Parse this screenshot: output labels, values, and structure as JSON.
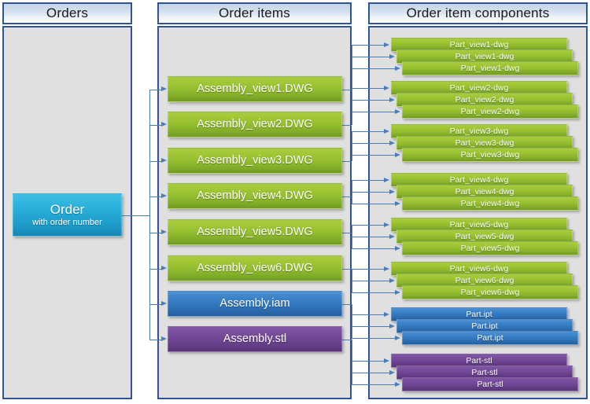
{
  "theme": {
    "panel_border": "#2f5596",
    "panel_bg": "#e0e0e0",
    "header_gradient_top": "#c4d3e8",
    "header_gradient_bottom": "#fbfcfe",
    "connector": "#4a7ebb",
    "green": "#93bd2f",
    "blue": "#3176bd",
    "purple": "#6d4491",
    "cyan": "#22a5d1"
  },
  "panels": [
    {
      "id": "orders",
      "title": "Orders"
    },
    {
      "id": "order-items",
      "title": "Order items"
    },
    {
      "id": "order-components",
      "title": "Order item components"
    }
  ],
  "order": {
    "title": "Order",
    "subtitle": "with order number",
    "color": "cyan"
  },
  "order_items": [
    {
      "label": "Assembly_view1.DWG",
      "color": "green"
    },
    {
      "label": "Assembly_view2.DWG",
      "color": "green"
    },
    {
      "label": "Assembly_view3.DWG",
      "color": "green"
    },
    {
      "label": "Assembly_view4.DWG",
      "color": "green"
    },
    {
      "label": "Assembly_view5.DWG",
      "color": "green"
    },
    {
      "label": "Assembly_view6.DWG",
      "color": "green"
    },
    {
      "label": "Assembly.iam",
      "color": "blue"
    },
    {
      "label": "Assembly.stl",
      "color": "purple"
    }
  ],
  "component_groups": [
    {
      "color": "green",
      "items": [
        "Part_view1-dwg",
        "Part_view1-dwg",
        "Part_view1-dwg"
      ]
    },
    {
      "color": "green",
      "items": [
        "Part_view2-dwg",
        "Part_view2-dwg",
        "Part_view2-dwg"
      ]
    },
    {
      "color": "green",
      "items": [
        "Part_view3-dwg",
        "Part_view3-dwg",
        "Part_view3-dwg"
      ]
    },
    {
      "color": "green",
      "items": [
        "Part_view4-dwg",
        "Part_view4-dwg",
        "Part_view4-dwg"
      ]
    },
    {
      "color": "green",
      "items": [
        "Part_view5-dwg",
        "Part_view5-dwg",
        "Part_view5-dwg"
      ]
    },
    {
      "color": "green",
      "items": [
        "Part_view6-dwg",
        "Part_view6-dwg",
        "Part_view6-dwg"
      ]
    },
    {
      "color": "blue",
      "items": [
        "Part.ipt",
        "Part.ipt",
        "Part.ipt"
      ]
    },
    {
      "color": "purple",
      "items": [
        "Part-stl",
        "Part-stl",
        "Part-stl"
      ]
    }
  ]
}
